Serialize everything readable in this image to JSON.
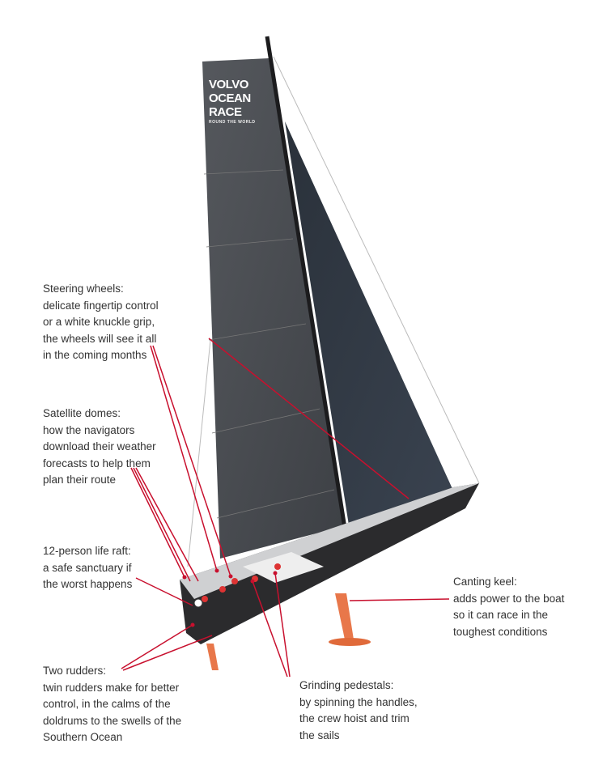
{
  "logo": {
    "line1": "VOLVO",
    "line2": "OCEAN",
    "line3": "RACE",
    "tagline": "ROUND THE WORLD"
  },
  "callouts": [
    {
      "id": "steering-wheels",
      "lines": [
        "Steering wheels:",
        "delicate fingertip control",
        "or a white knuckle grip,",
        "the wheels will see it all",
        "in the coming months"
      ]
    },
    {
      "id": "satellite-domes",
      "lines": [
        "Satellite domes:",
        "how the navigators",
        "download their weather",
        "forecasts to help them",
        "plan their route"
      ]
    },
    {
      "id": "life-raft",
      "lines": [
        "12-person life raft:",
        "a safe sanctuary if",
        "the worst happens"
      ]
    },
    {
      "id": "two-rudders",
      "lines": [
        "Two rudders:",
        "twin rudders make for better",
        "control, in the calms of the",
        "doldrums to the swells of the",
        "Southern Ocean"
      ]
    },
    {
      "id": "grinding-pedestals",
      "lines": [
        "Grinding pedestals:",
        "by spinning the handles,",
        "the crew hoist and trim",
        "the sails"
      ]
    },
    {
      "id": "canting-keel",
      "lines": [
        "Canting keel:",
        "adds power to the boat",
        "so it can race in the",
        "toughest conditions"
      ]
    }
  ],
  "colors": {
    "leader": "#c8102e",
    "mainsail": "#4a4d52",
    "jib": "#2f3640",
    "hull": "#2b2b2d",
    "keel": "#e8774a"
  }
}
